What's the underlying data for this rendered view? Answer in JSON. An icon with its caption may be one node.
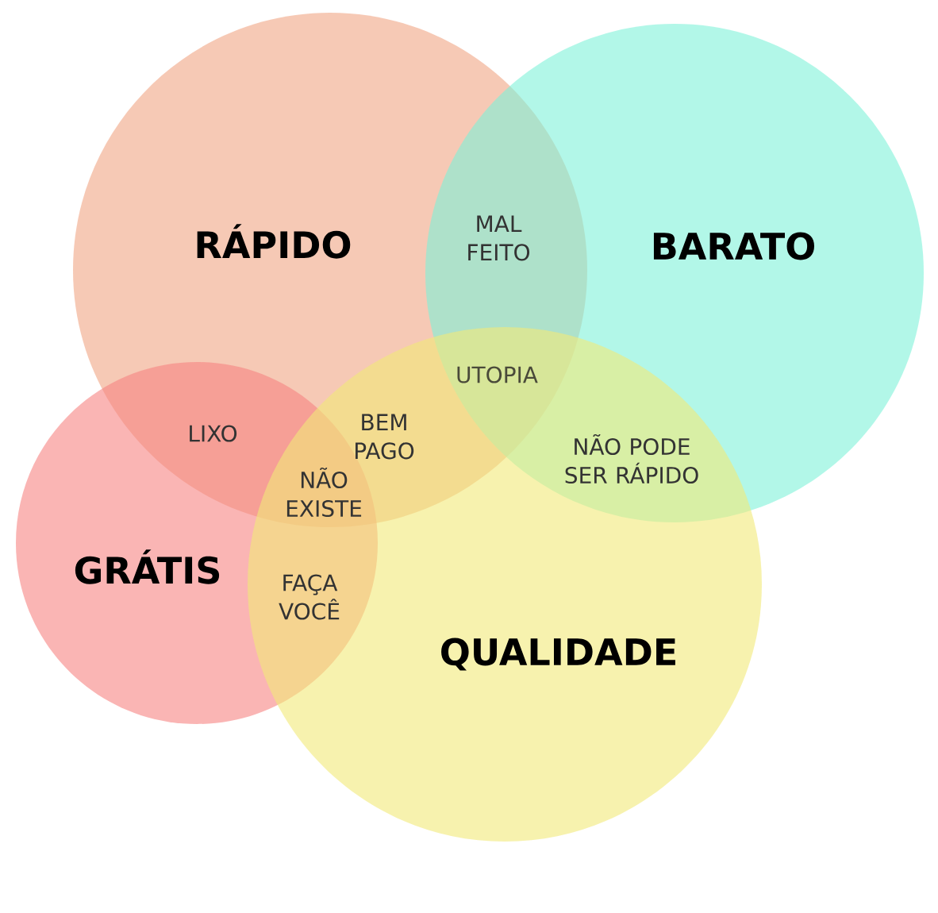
{
  "diagram": {
    "nodes": [
      {
        "text": [
          "RÁPIDO"
        ]
      },
      {
        "text": [
          "BARATO"
        ]
      },
      {
        "text": [
          "GRÁTIS"
        ]
      },
      {
        "text": [
          "QUALIDADE"
        ]
      }
    ],
    "edges": [],
    "labels": [
      "MAL FEITO",
      "UTOPIA",
      "LIXO",
      "BEM PAGO",
      "NÃO PODE SER RÁPIDO",
      "NÃO EXISTE",
      "FAÇA VOCÊ"
    ]
  }
}
